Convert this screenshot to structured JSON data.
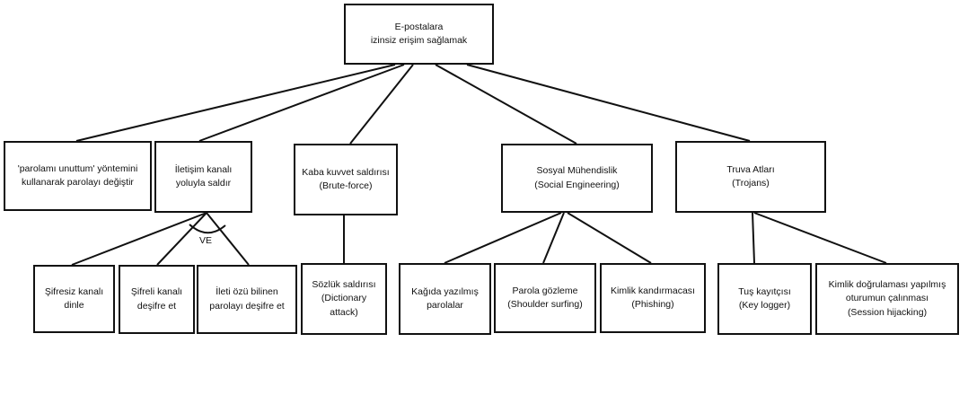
{
  "diagram": {
    "root": "E-postalara\nizinsiz erişim sağlamak",
    "level1": {
      "forgot_password": "'parolamı unuttum' yöntemini\nkullanarak parolayı değiştir",
      "comm_channel": "İletişim kanalı\nyoluyla saldır",
      "brute_force": "Kaba kuvvet saldırısı\n(Brute-force)",
      "social_engineering": "Sosyal Mühendislik\n(Social Engineering)",
      "trojans": "Truva Atları\n(Trojans)"
    },
    "level2": {
      "listen_unencrypted": "Şifresiz kanalı\ndinle",
      "decrypt_encrypted": "Şifreli kanalı\ndeşifre et",
      "decrypt_known_digest": "İleti özü bilinen\nparolayı deşifre et",
      "dictionary_attack": "Sözlük saldırısı\n(Dictionary\nattack)",
      "written_passwords": "Kağıda yazılmış\nparolalar",
      "shoulder_surfing": "Parola gözleme\n(Shoulder surfing)",
      "phishing": "Kimlik kandırmacası\n(Phishing)",
      "key_logger": "Tuş kayıtçısı\n(Key logger)",
      "session_hijacking": "Kimlik doğrulaması yapılmış\noturumun çalınması\n(Session hijacking)"
    },
    "and_label": "VE"
  }
}
